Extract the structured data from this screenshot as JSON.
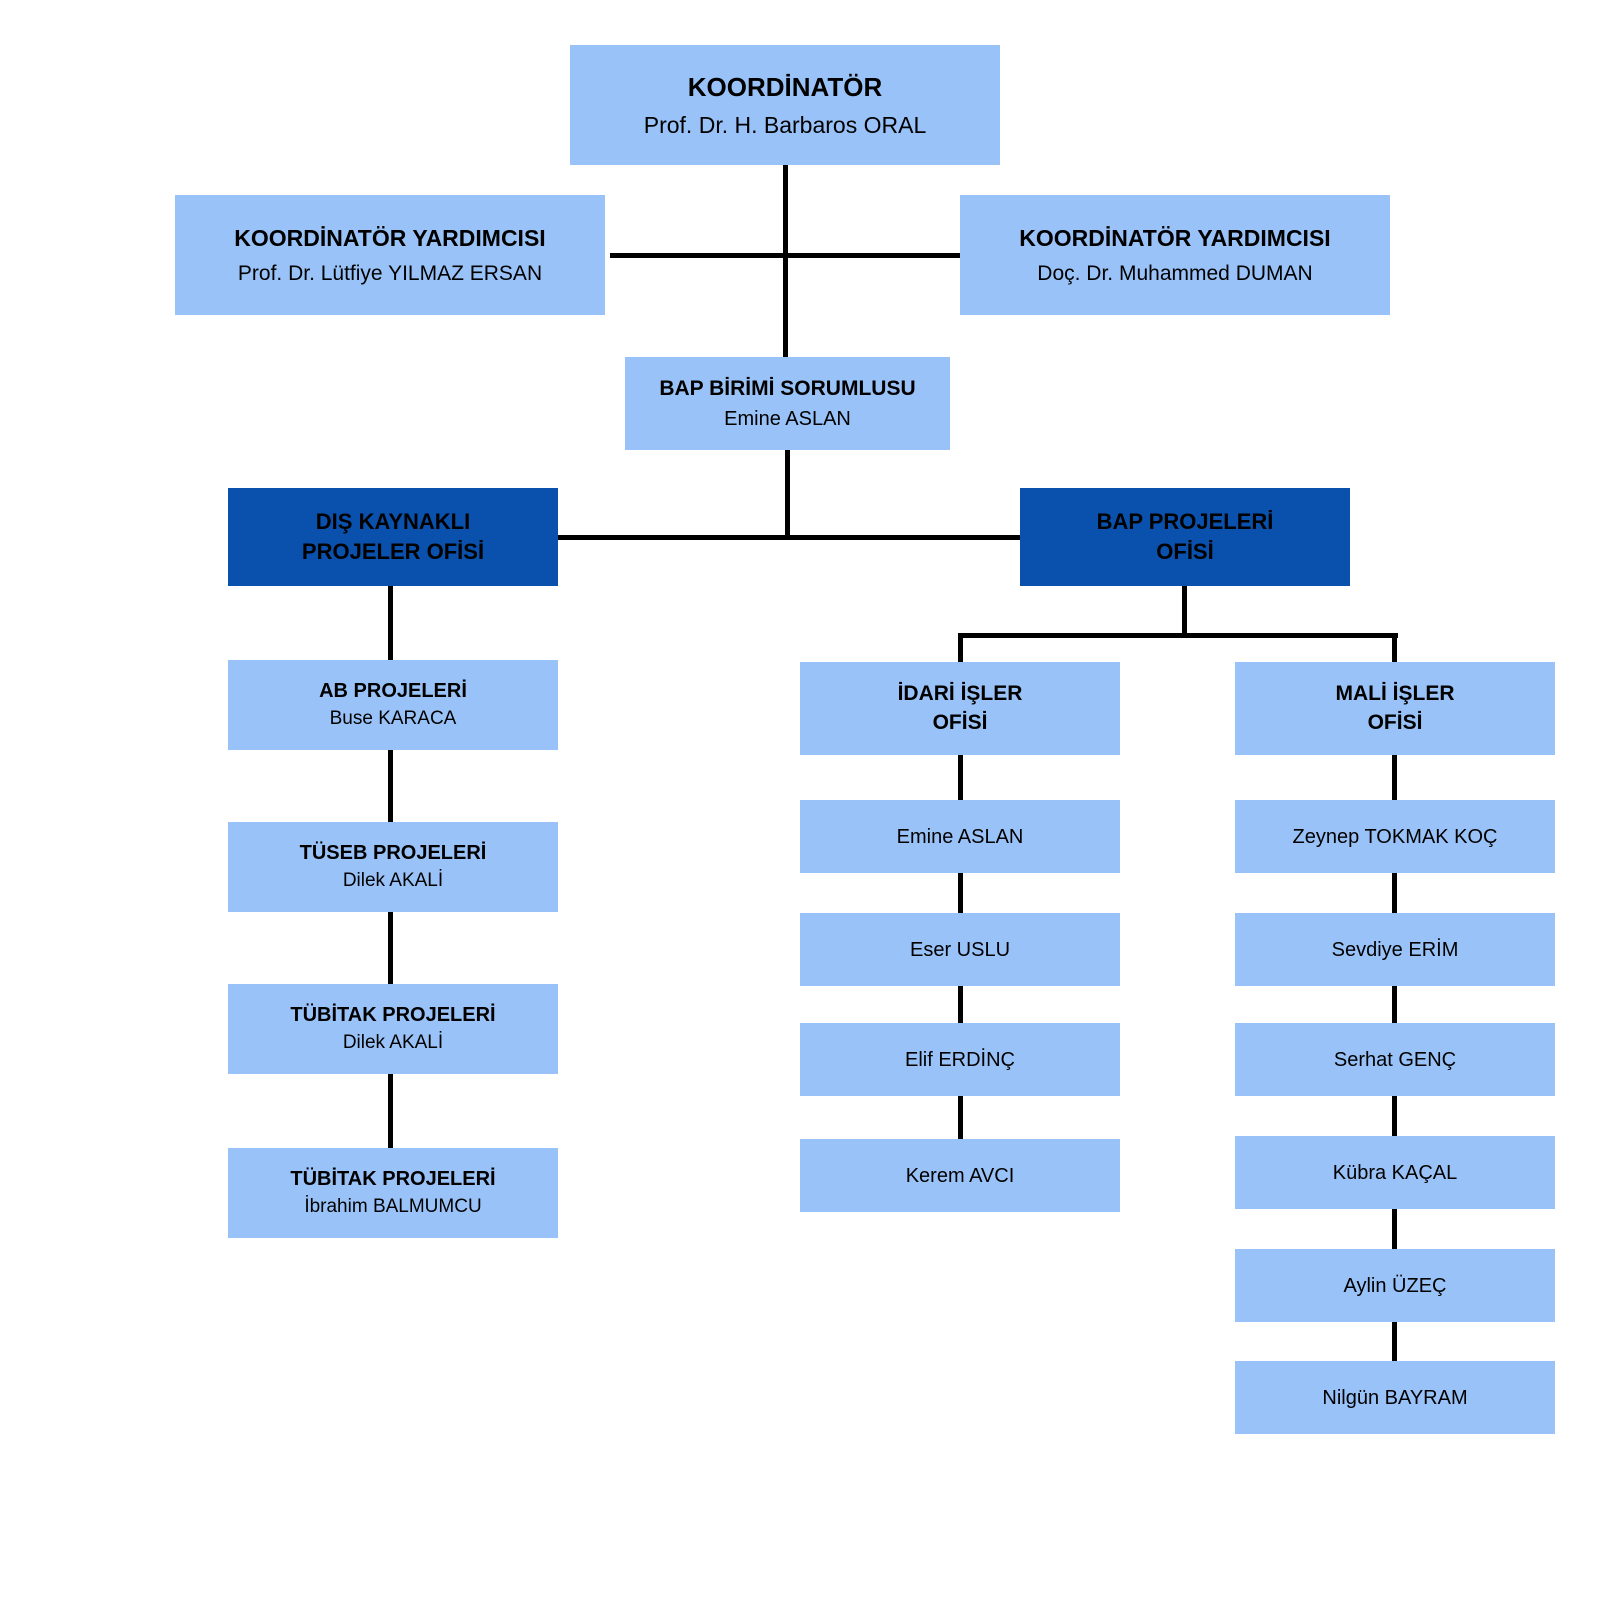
{
  "colors": {
    "box_light": "#99c3f8",
    "box_dark": "#0a51ad",
    "connector": "#000000"
  },
  "nodes": {
    "koordinator": {
      "title": "KOORDİNATÖR",
      "person": "Prof. Dr. H. Barbaros ORAL"
    },
    "deputy_left": {
      "title": "KOORDİNATÖR YARDIMCISI",
      "person": "Prof. Dr. Lütfiye YILMAZ ERSAN"
    },
    "deputy_right": {
      "title": "KOORDİNATÖR YARDIMCISI",
      "person": "Doç. Dr. Muhammed DUMAN"
    },
    "bap_unit_manager": {
      "title": "BAP BİRİMİ SORUMLUSU",
      "person": "Emine ASLAN"
    },
    "external_projects_office": {
      "line1": "DIŞ KAYNAKLI",
      "line2": "PROJELER OFİSİ"
    },
    "bap_projects_office": {
      "line1": "BAP PROJELERİ",
      "line2": "OFİSİ"
    }
  },
  "external_chain": [
    {
      "title": "AB PROJELERİ",
      "person": "Buse KARACA"
    },
    {
      "title": "TÜSEB PROJELERİ",
      "person": "Dilek AKALİ"
    },
    {
      "title": "TÜBİTAK PROJELERİ",
      "person": "Dilek AKALİ"
    },
    {
      "title": "TÜBİTAK PROJELERİ",
      "person": "İbrahim BALMUMCU"
    }
  ],
  "idari_office": {
    "line1": "İDARİ İŞLER",
    "line2": "OFİSİ",
    "members": [
      "Emine ASLAN",
      "Eser USLU",
      "Elif ERDİNÇ",
      "Kerem AVCI"
    ]
  },
  "mali_office": {
    "line1": "MALİ İŞLER",
    "line2": "OFİSİ",
    "members": [
      "Zeynep TOKMAK KOÇ",
      "Sevdiye ERİM",
      "Serhat GENÇ",
      "Kübra KAÇAL",
      "Aylin ÜZEÇ",
      "Nilgün BAYRAM"
    ]
  }
}
